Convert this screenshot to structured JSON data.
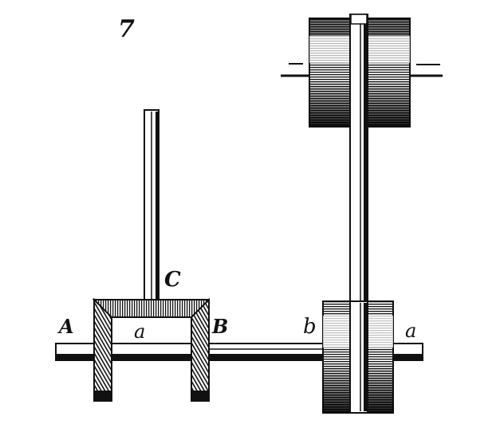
{
  "figure": {
    "number": "7",
    "labels": {
      "C": "C",
      "A": "A",
      "a_left": "a",
      "B": "B",
      "b": "b",
      "a_right": "a"
    }
  }
}
